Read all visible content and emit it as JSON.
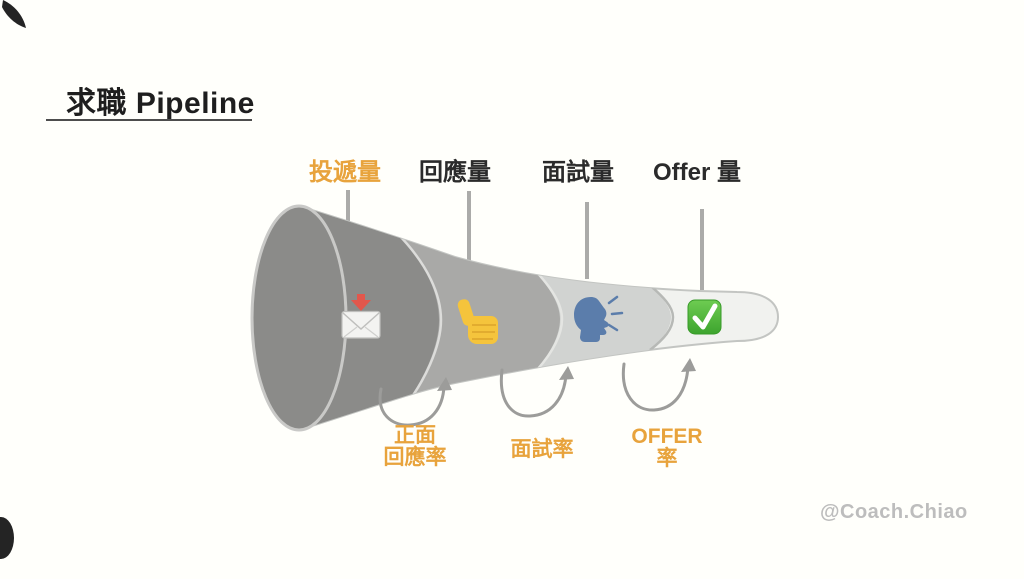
{
  "title": "求職 Pipeline",
  "watermark": "@Coach.Chiao",
  "colors": {
    "background": "#FFFFFB",
    "accent_orange": "#E8A33C",
    "guide_line": "#ABABA9",
    "arrow": "#9C9C9A",
    "title_underline": "#4D4D4D",
    "watermark_gray": "#BDBDBD",
    "funnel_outline": "#C3C5C2"
  },
  "funnel": {
    "type": "funnel",
    "direction": "left-to-right",
    "stages": [
      {
        "label": "投遞量",
        "icon": "envelope-arrival",
        "segment_color": "#8B8B89",
        "label_color": "#E8A33C",
        "icon_color": "#E2574C"
      },
      {
        "label": "回應量",
        "icon": "thumbs-up",
        "segment_color": "#A9A9A7",
        "label_color": "#2B2B2B",
        "icon_color": "#F5C43C"
      },
      {
        "label": "面試量",
        "icon": "speaking-head",
        "segment_color": "#D1D3D1",
        "label_color": "#2B2B2B",
        "icon_color": "#5B7DAB"
      },
      {
        "label": "Offer 量",
        "icon": "check-mark",
        "segment_color": "#F1F2EF",
        "label_color": "#2B2B2B",
        "icon_color": "#46B33A"
      }
    ],
    "transitions": [
      {
        "line1": "正面",
        "line2": "回應率"
      },
      {
        "line1": "面試率",
        "line2": ""
      },
      {
        "line1": "OFFER",
        "line2": "率"
      }
    ]
  }
}
